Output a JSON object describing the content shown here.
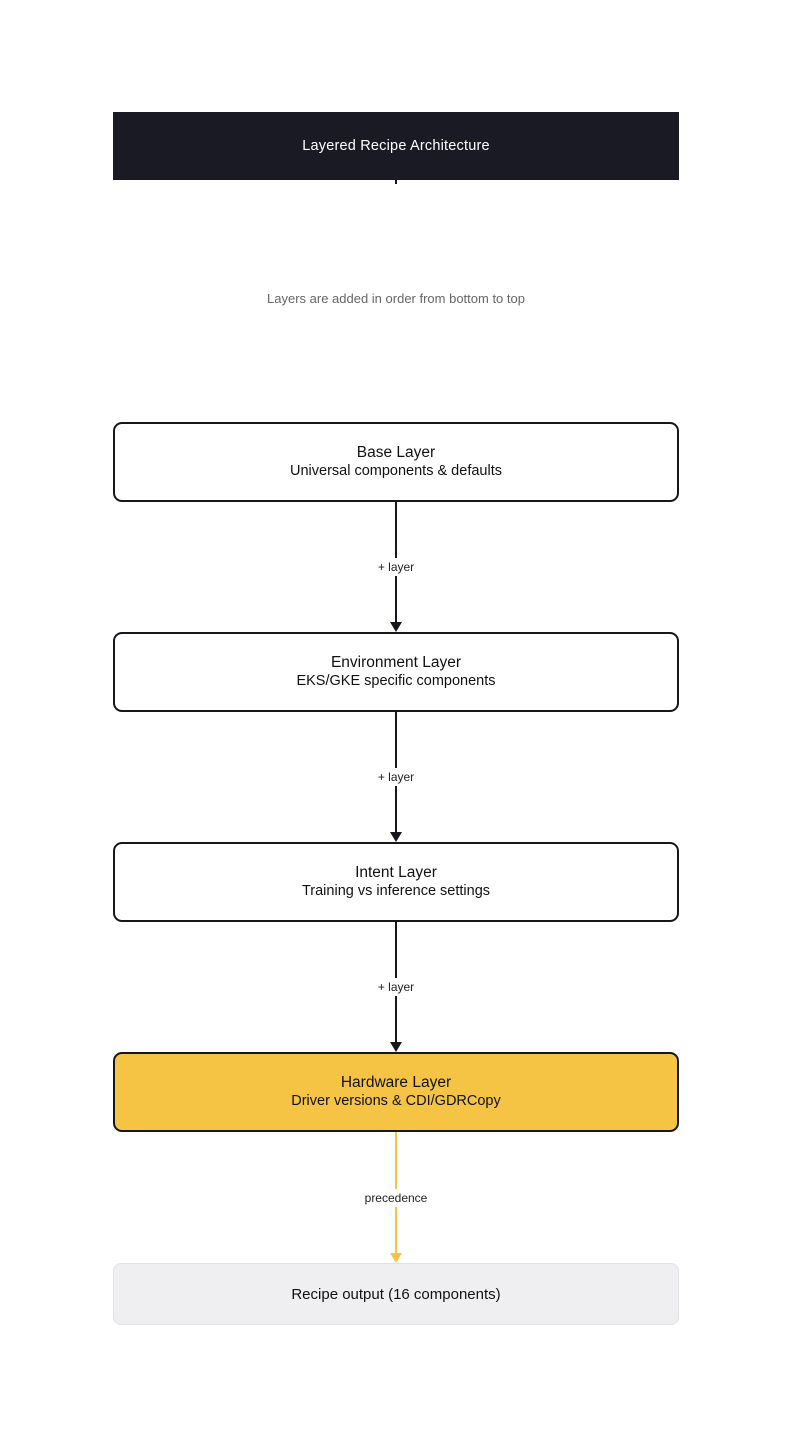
{
  "page": {
    "title": "Layered Recipe Architecture",
    "subtitle": "Layers are added in order from bottom to top"
  },
  "nodes": [
    {
      "title": "Base Layer",
      "subtitle": "Universal components & defaults"
    },
    {
      "title": "Environment Layer",
      "subtitle": "EKS/GKE specific components"
    },
    {
      "title": "Intent Layer",
      "subtitle": "Training vs inference settings"
    },
    {
      "title": "Hardware Layer",
      "subtitle": "Driver versions & CDI/GDRCopy"
    },
    {
      "title": "Recipe output (16 components)",
      "subtitle": ""
    }
  ],
  "edges": [
    {
      "label": "+ layer"
    },
    {
      "label": "+ layer"
    },
    {
      "label": "+ layer"
    },
    {
      "label": "precedence"
    }
  ],
  "colors": {
    "header_bg": "#1a1a24",
    "header_text": "#ffffff",
    "node_border": "#16161d",
    "node_bg": "#ffffff",
    "node_text": "#111111",
    "highlight_bg": "#f5c445",
    "output_bg": "#efeff1",
    "output_border": "#e2e2e6",
    "edge_dark": "#16161d",
    "edge_accent": "#f5c445",
    "subtitle_text": "#666666"
  }
}
